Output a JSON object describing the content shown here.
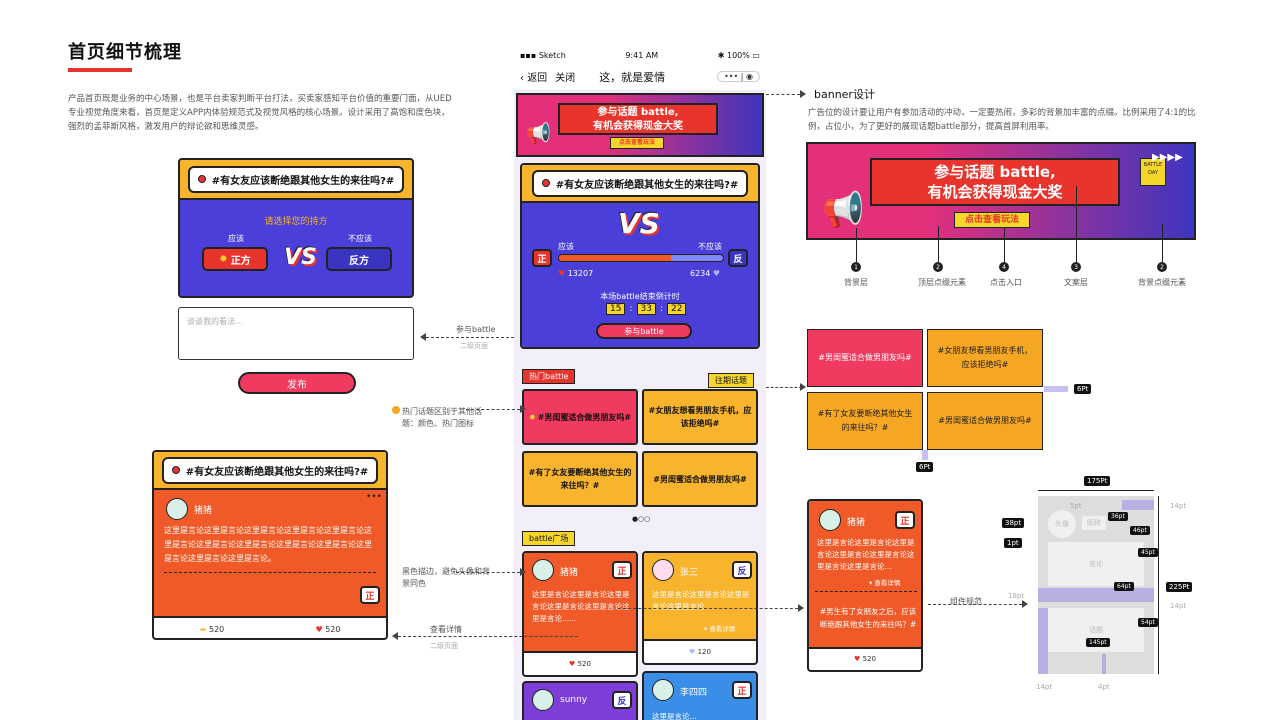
{
  "page": {
    "title": "首页细节梳理",
    "description": "产品首页既是业务的中心场景，也是平台卖家判断平台打法，买卖家感知平台价值的重要门面，从UED专业视觉角度来看，首页是定义APP内体验规范式及视觉风格的核心场景。设计采用了高饱和度色块，强烈的孟菲斯风格，激发用户的辩论欲和思维灵感。"
  },
  "colors": {
    "red": "#e8342d",
    "yellow": "#f7b42c",
    "purple": "#4a3fd8",
    "pink": "#f03a5f",
    "orange": "#f05a28"
  },
  "left_vote": {
    "topic": "#有女友应该断绝跟其他女生的来往吗?#",
    "choose": "请选择您的持方",
    "pro_label": "应该",
    "con_label": "不应该",
    "pro_button": "正方",
    "con_button": "反方",
    "vs": "VS",
    "placeholder": "谈谈我的看法...",
    "post": "发布"
  },
  "left_detail": {
    "topic": "#有女友应该断绝跟其他女生的来往吗?#",
    "user": "猪猪",
    "comment": "这里是言论这里是言论这里是言论这里是言论这里是言论这里是言论这里是言论这里是言论这里是言论这里是言论这里是言论这里是言论这里是言论。",
    "badge": "正",
    "share": "520",
    "likes": "520",
    "more": "•••"
  },
  "phone": {
    "status": {
      "carrier": "Sketch",
      "time": "9:41 AM",
      "battery": "100%"
    },
    "nav": {
      "back": "返回",
      "close": "关闭",
      "title": "这，就是爱情",
      "more": "•••"
    },
    "banner": {
      "title1": "参与话题 battle,",
      "title2": "有机会获得现金大奖",
      "button": "点击查看玩法"
    },
    "battle": {
      "topic": "#有女友应该断绝跟其他女生的来往吗?#",
      "pro_label": "应该",
      "con_label": "不应该",
      "pro_badge": "正",
      "con_badge": "反",
      "pro_count": "13207",
      "con_count": "6234",
      "pro_share": 0.68,
      "countdown_label": "本场battle结束倒计时",
      "h": "15",
      "m": "33",
      "s": "22",
      "join": "参与battle"
    },
    "hot": {
      "tag": "热门battle",
      "past": "往期话题",
      "tiles": [
        "#男闺蜜适合做男朋友吗#",
        "#女朋友想看男朋友手机，应该拒绝吗#",
        "#有了女友要断绝其他女生的来往吗？#",
        "#男闺蜜适合做男朋友吗#"
      ]
    },
    "square": {
      "tag": "battle广场",
      "cards": [
        {
          "user": "猪猪",
          "badge": "正",
          "text": "这里是言论这里是言论这里是言论这里是言论这里是言论这里是言论......",
          "link": "查看详情",
          "likes": "520"
        },
        {
          "user": "张三",
          "badge": "反",
          "text": "这里是言论这里是言论这里是言论这里是言论",
          "link": "查看详情",
          "likes": "120"
        },
        {
          "user": "sunny",
          "badge": "反"
        },
        {
          "user": "李四四",
          "badge": "正",
          "text": "这里是言论..."
        }
      ]
    }
  },
  "banner_spec": {
    "heading": "banner设计",
    "desc": "广告位的设计要让用户有参加活动的冲动，一定要热闹，多彩的背景加丰富的点缀。比例采用了4:1的比例，占位小，为了更好的展现话题battle部分，提高首屏利用率。",
    "title1": "参与话题 battle,",
    "title2": "有机会获得现金大奖",
    "button": "点击查看玩法",
    "badge": "BATTLE DAY",
    "labels": [
      {
        "n": "1",
        "t": "背景层"
      },
      {
        "n": "2",
        "t": "顶层点缀元素"
      },
      {
        "n": "4",
        "t": "点击入口"
      },
      {
        "n": "3",
        "t": "文案层"
      },
      {
        "n": "2",
        "t": "背景点缀元素"
      }
    ]
  },
  "right_tiles": [
    "#男闺蜜适合做男朋友吗#",
    "#女朋友想看男朋友手机，应该拒绝吗#",
    "#有了女友要断绝其他女生的来往吗？#",
    "#男闺蜜适合做男朋友吗#"
  ],
  "right_card": {
    "user": "猪猪",
    "badge": "正",
    "text": "这里是言论这里是言论这里是言论这里是言论这里是言论这里是言论这里是言论...",
    "link": "查看详情",
    "topic": "#男生有了女朋友之后，应该断绝跟其他女生的来往吗？#",
    "likes": "520"
  },
  "annotations": {
    "join_battle": "参与battle",
    "level2": "二级页面",
    "hot_note": "热门话题区别于其他话题：颜色、热门图标",
    "outline_note": "黑色描边，避免头像和背景同色",
    "view_detail": "查看详情",
    "level2b": "二级页面",
    "component_spec": "组件规范"
  },
  "spec": {
    "width": "175Pt",
    "height": "225Pt",
    "p6a": "6Pt",
    "p6b": "6Pt",
    "p38": "38pt",
    "p1": "1pt",
    "p36": "36pt",
    "p46": "46pt",
    "p45": "45pt",
    "p64": "64pt",
    "p54": "54pt",
    "p145": "145pt",
    "p14a": "14pt",
    "p14b": "14pt",
    "p14c": "14pt",
    "p18": "18pt",
    "p4": "4pt",
    "p5": "5pt",
    "avatar_txt": "头像",
    "name_txt": "昵称",
    "text_txt": "言论",
    "topic_txt": "话题"
  }
}
